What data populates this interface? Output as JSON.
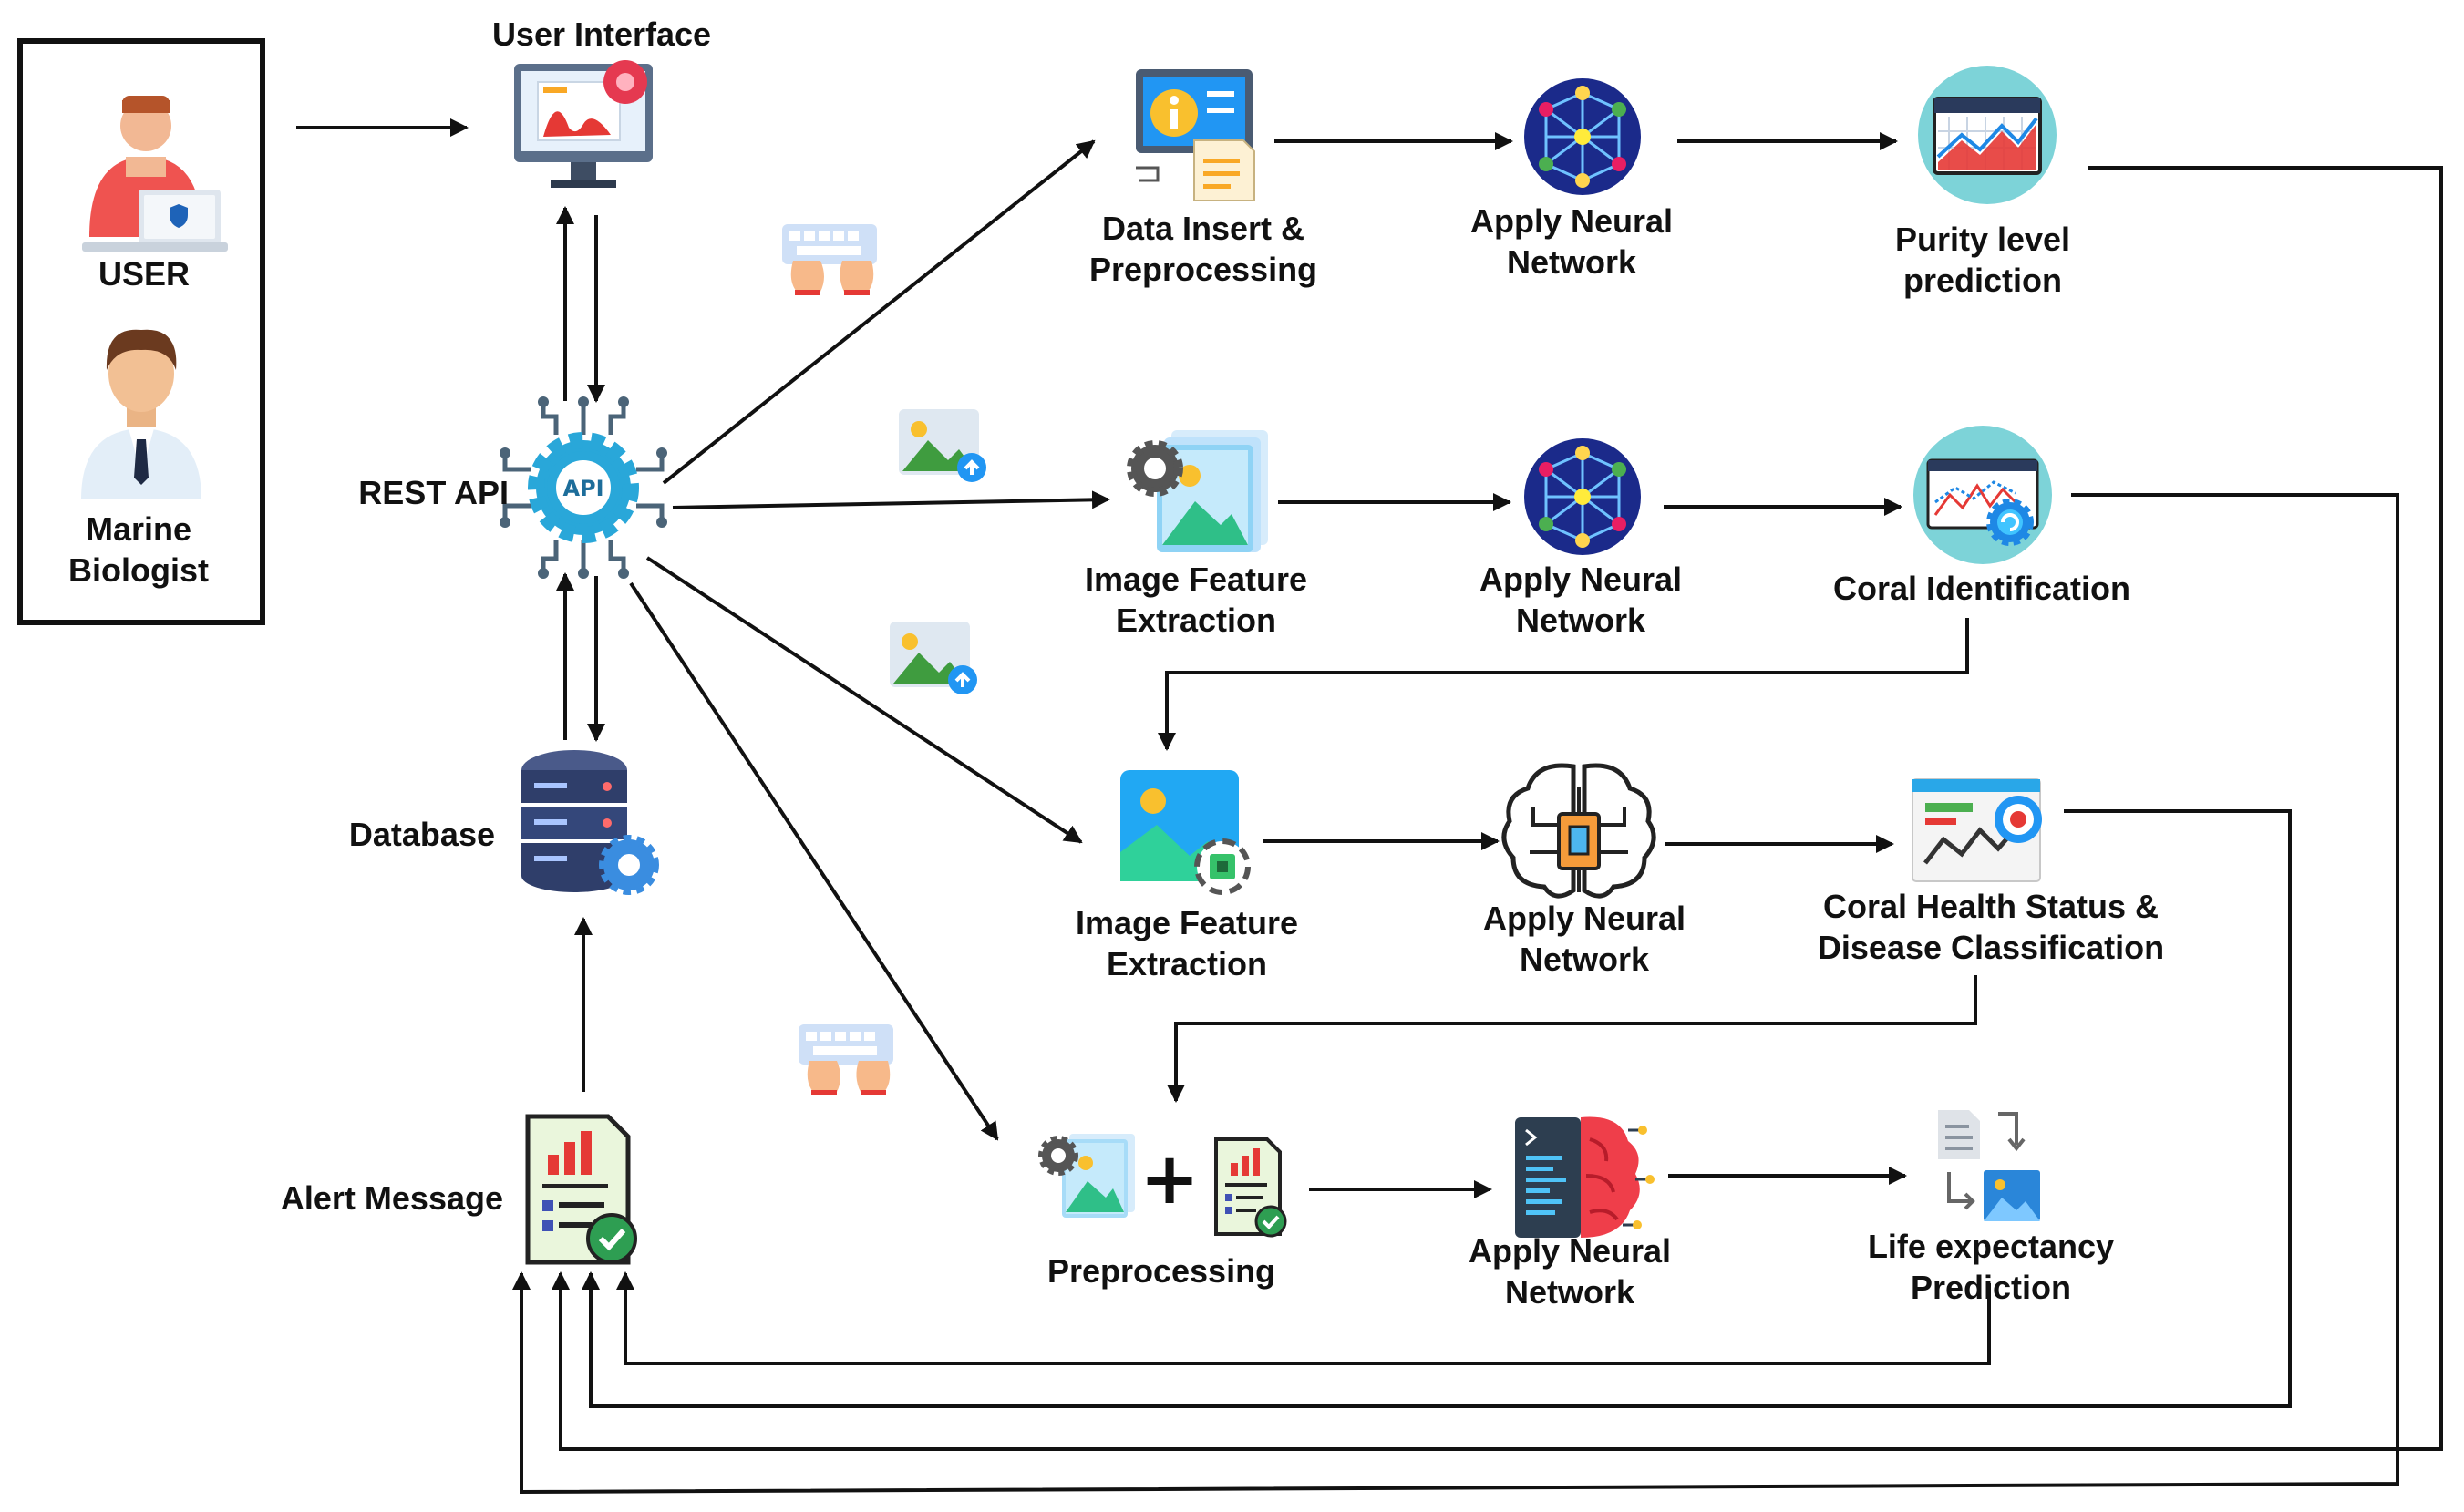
{
  "actors": {
    "user": "USER",
    "biologist_line1": "Marine",
    "biologist_line2": "Biologist"
  },
  "system": {
    "user_interface": "User Interface",
    "rest_api": "REST API",
    "database": "Database",
    "alert_message": "Alert Message"
  },
  "row1": {
    "step1_line1": "Data Insert &",
    "step1_line2": "Preprocessing",
    "nn_line1": "Apply Neural",
    "nn_line2": "Network",
    "out_line1": "Purity level",
    "out_line2": "prediction"
  },
  "row2": {
    "step1_line1": "Image Feature",
    "step1_line2": "Extraction",
    "nn_line1": "Apply Neural",
    "nn_line2": "Network",
    "out_line1": "Coral Identification"
  },
  "row3": {
    "step1_line1": "Image Feature",
    "step1_line2": "Extraction",
    "nn_line1": "Apply Neural",
    "nn_line2": "Network",
    "out_line1": "Coral Health Status &",
    "out_line2": "Disease Classification"
  },
  "row4": {
    "step1_line1": "Preprocessing",
    "plus": "+",
    "nn_line1": "Apply Neural",
    "nn_line2": "Network",
    "out_line1": "Life expectancy",
    "out_line2": "Prediction"
  },
  "icon_names": [
    "user-laptop-icon",
    "marine-biologist-icon",
    "monitor-icon",
    "api-gear-icon",
    "database-server-icon",
    "report-check-icon",
    "keyboard-hands-icon",
    "image-upload-icon",
    "info-monitor-icon",
    "neural-network-icon",
    "chart-window-icon",
    "image-gear-icon",
    "image-chip-icon",
    "brain-circuit-icon",
    "analytics-target-icon",
    "code-brain-icon",
    "file-image-transform-icon"
  ]
}
